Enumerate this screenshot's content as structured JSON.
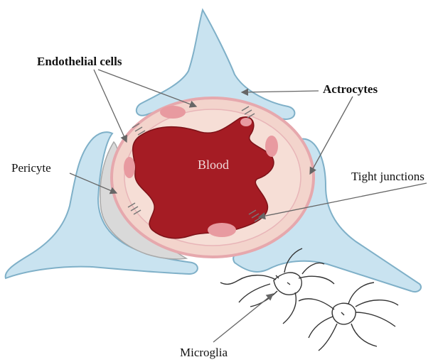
{
  "labels": {
    "endothelial": "Endothelial cells",
    "astrocytes": "Actrocytes",
    "pericyte": "Pericyte",
    "tight_junctions": "Tight junctions",
    "microglia": "Microglia",
    "blood": "Blood"
  },
  "colors": {
    "astrocyte_fill": "#c9e3f0",
    "astrocyte_stroke": "#7fb0c8",
    "vessel_ring": "#f3d4cc",
    "vessel_stroke": "#d98c95",
    "blood": "#a51c24",
    "nucleus": "#e89aa0",
    "pericyte": "#d9d9d9",
    "microglia_stroke": "#333333",
    "arrow": "#666666"
  }
}
